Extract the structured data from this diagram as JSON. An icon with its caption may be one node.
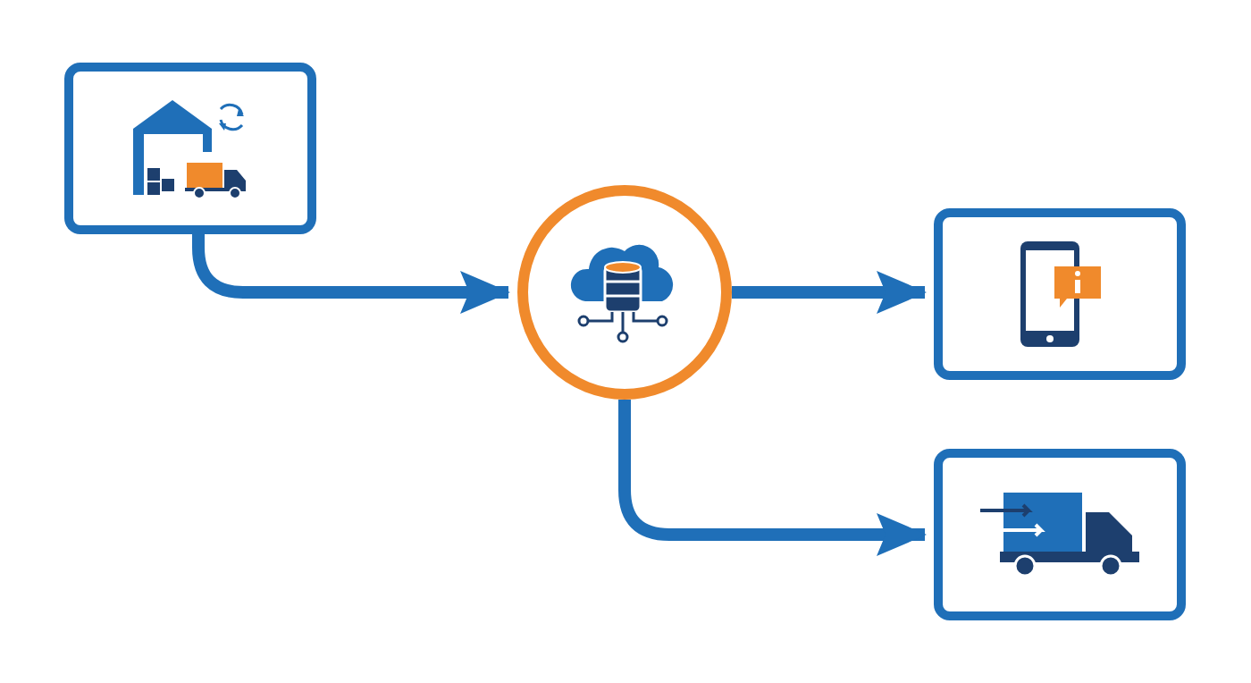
{
  "diagram": {
    "nodes": [
      {
        "text": [],
        "shape": "picture"
      },
      {
        "text": [],
        "shape": "circle"
      },
      {
        "text": [],
        "shape": "picture"
      },
      {
        "text": [],
        "shape": "picture"
      }
    ],
    "edges": [
      {
        "from": 0,
        "to": 1,
        "arrow": "to"
      },
      {
        "from": 1,
        "to": 2,
        "arrow": "to"
      },
      {
        "from": 1,
        "to": 3,
        "arrow": "to"
      }
    ]
  }
}
